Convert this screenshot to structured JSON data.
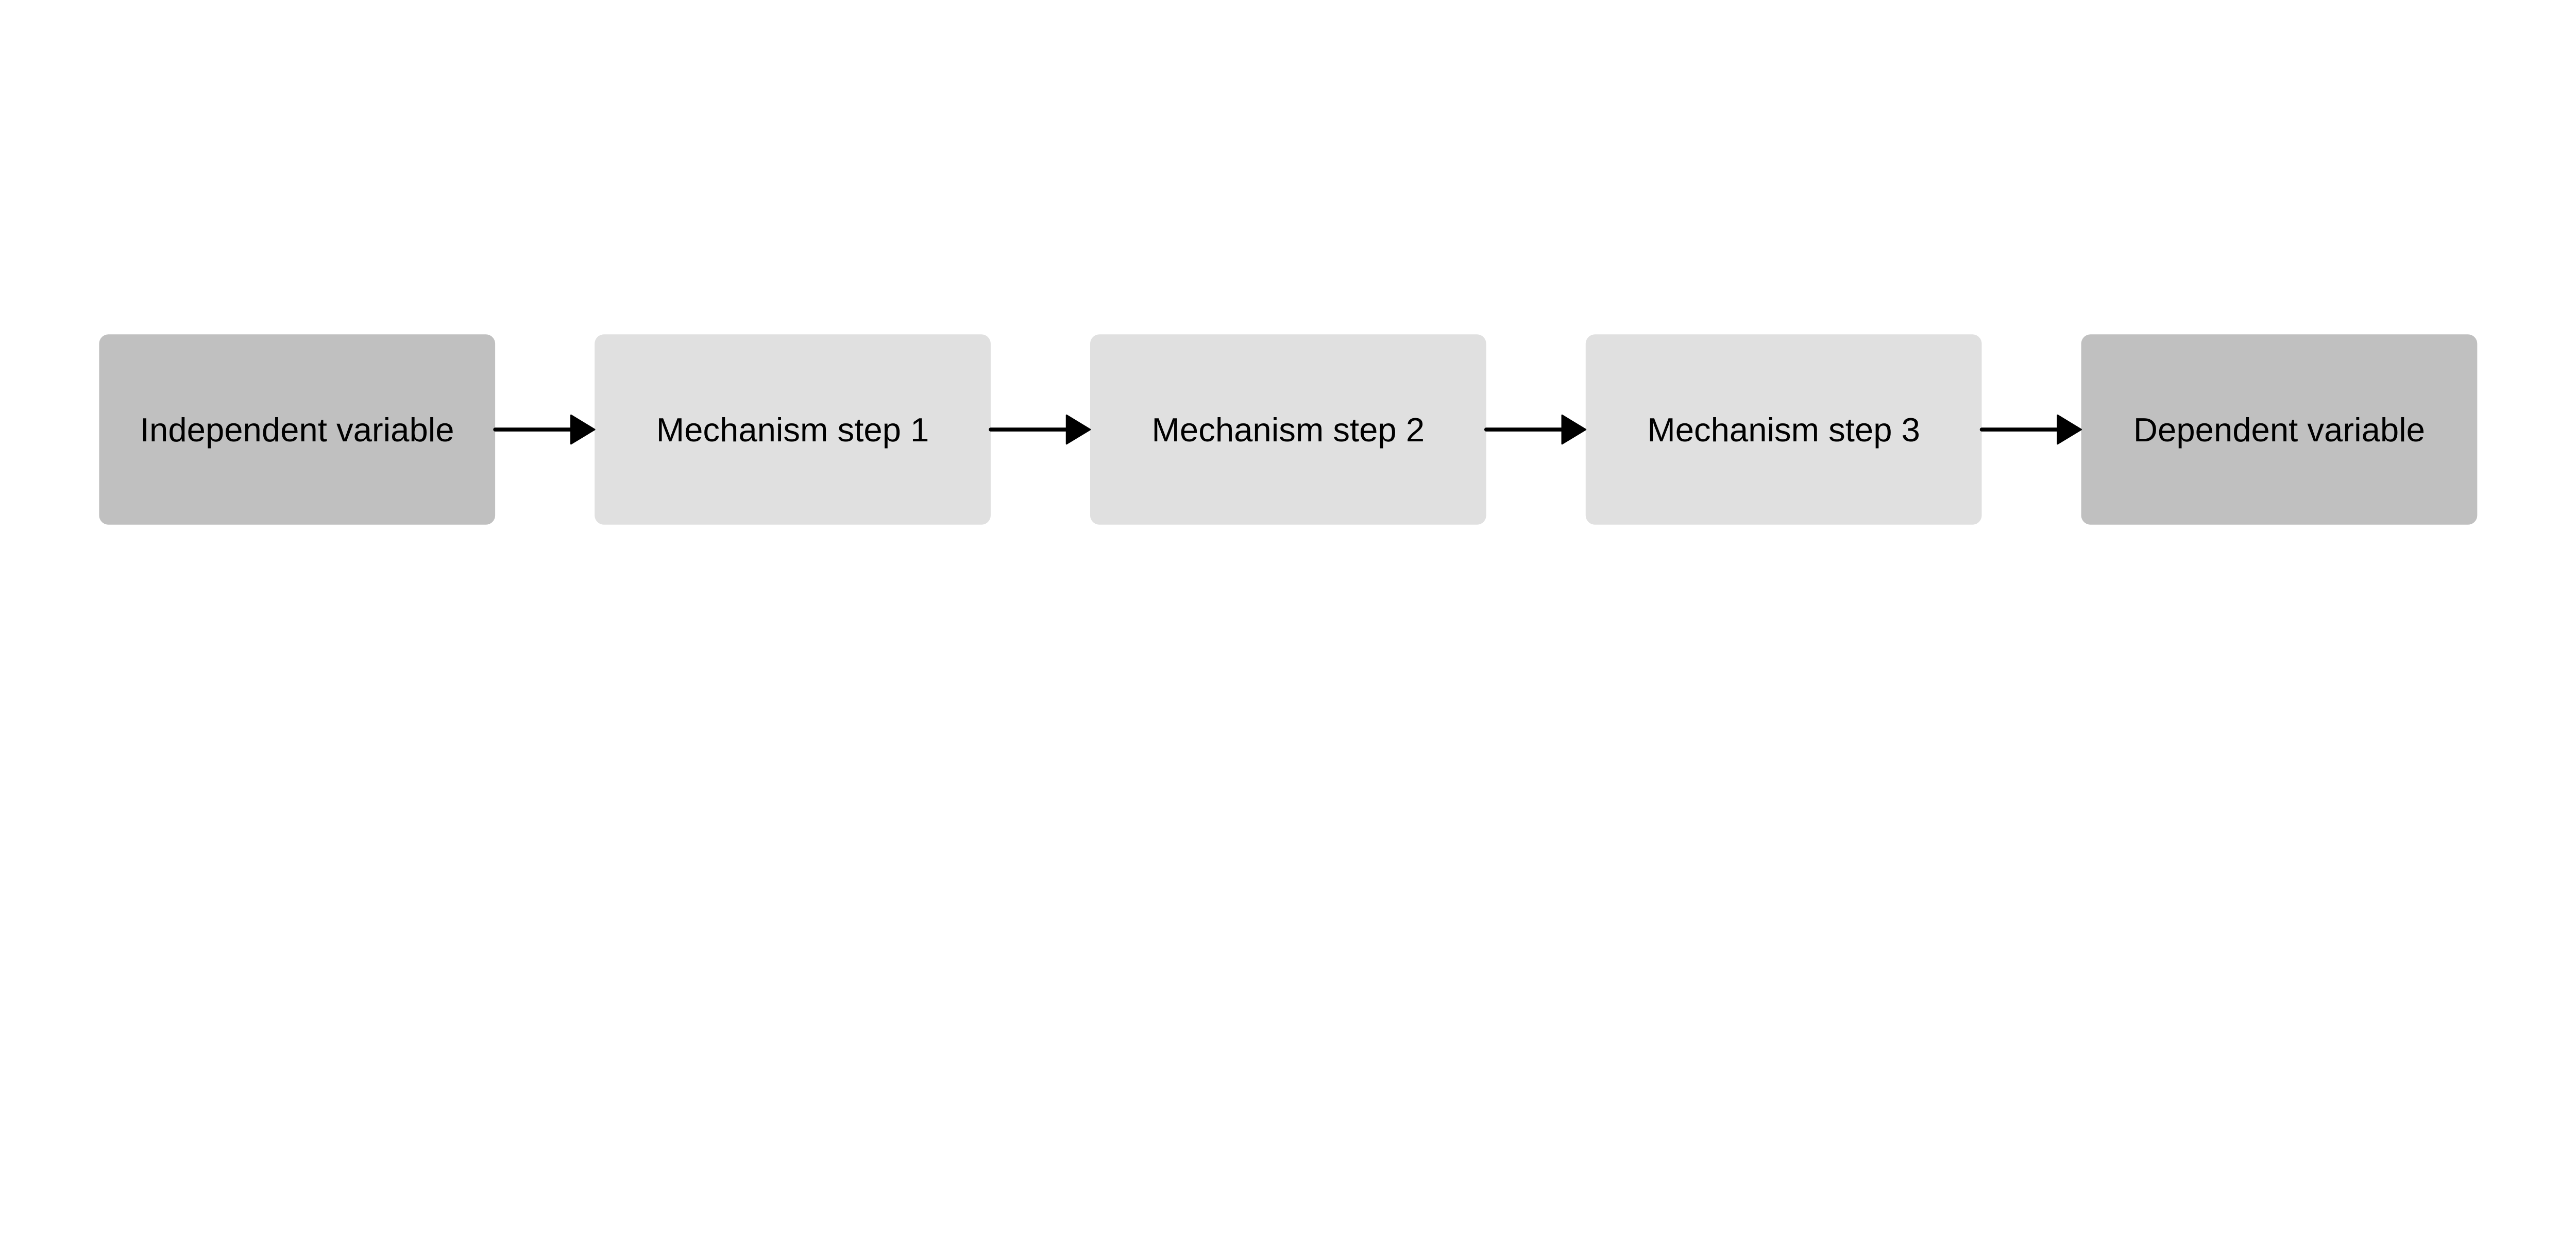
{
  "diagram": {
    "type": "flowchart",
    "direction": "left-to-right",
    "nodes": [
      {
        "id": "iv",
        "label": "Independent variable",
        "color": "#c0c0c0"
      },
      {
        "id": "m1",
        "label": "Mechanism step 1",
        "color": "#e0e0e0"
      },
      {
        "id": "m2",
        "label": "Mechanism step 2",
        "color": "#e0e0e0"
      },
      {
        "id": "m3",
        "label": "Mechanism step 3",
        "color": "#e0e0e0"
      },
      {
        "id": "dv",
        "label": "Dependent variable",
        "color": "#c0c0c0"
      }
    ],
    "edges": [
      {
        "from": "iv",
        "to": "m1"
      },
      {
        "from": "m1",
        "to": "m2"
      },
      {
        "from": "m2",
        "to": "m3"
      },
      {
        "from": "m3",
        "to": "dv"
      }
    ],
    "arrow_color": "#000000"
  }
}
